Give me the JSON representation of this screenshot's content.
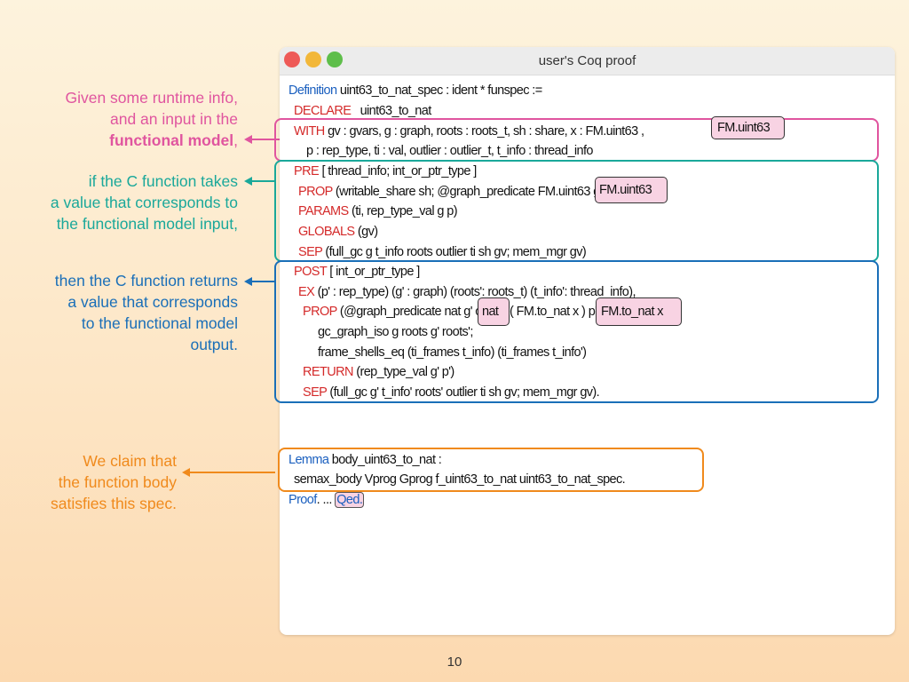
{
  "window": {
    "title": "user's Coq proof"
  },
  "annotations": {
    "given_1": "Given some runtime info,",
    "given_2": "and an input in the",
    "given_3_bold": "functional model",
    "given_3_tail": ",",
    "pre_1": "if the C function takes",
    "pre_2": "a value that corresponds to",
    "pre_3": "the functional model input,",
    "post_1": "then the C function returns",
    "post_2": "a value that corresponds",
    "post_3": "to the functional model",
    "post_4": "output.",
    "lemma_1": "We claim that",
    "lemma_2": "the function body",
    "lemma_3": "satisfies this spec."
  },
  "code": {
    "l1_kw": "Definition",
    "l1_rest": " uint63_to_nat_spec : ident * funspec :=",
    "l2_kw": "DECLARE",
    "l2_rest": "   uint63_to_nat",
    "l3_kw": "WITH",
    "l3_rest": " gv : gvars, g : graph, roots : roots_t, sh : share, x : FM.uint63 ,",
    "l4": "p : rep_type, ti : val, outlier : outlier_t, t_info : thread_info",
    "l5_kw": "PRE",
    "l5_rest": " [ thread_info; int_or_ptr_type ]",
    "l6_kw": "PROP",
    "l6_rest": " (writable_share sh; @graph_predicate FM.uint63 g outlier x p)",
    "l7_kw": "PARAMS",
    "l7_rest": " (ti, rep_type_val g p)",
    "l8_kw": "GLOBALS",
    "l8_rest": " (gv)",
    "l9_kw": "SEP",
    "l9_rest": " (full_gc g t_info roots outlier ti sh gv; mem_mgr gv)",
    "l10_kw": "POST",
    "l10_rest": " [ int_or_ptr_type ]",
    "l11_kw": "EX",
    "l11_rest": " (p' : rep_type) (g' : graph) (roots': roots_t) (t_info': thread_info),",
    "l12_kw": "PROP",
    "l12_rest": " (@graph_predicate nat g' outlier ( FM.to_nat x ) p'",
    "l13": "gc_graph_iso g roots g' roots';",
    "l14": "frame_shells_eq (ti_frames t_info) (ti_frames t_info')",
    "l15_kw": "RETURN",
    "l15_rest": " (rep_type_val g' p')",
    "l16_kw": "SEP",
    "l16_rest": " (full_gc g' t_info' roots' outlier ti sh gv; mem_mgr gv).",
    "l17_kw": "Lemma",
    "l17_rest": " body_uint63_to_nat :",
    "l18": "semax_body Vprog Gprog f_uint63_to_nat uint63_to_nat_spec.",
    "l19_kw": "Proof",
    "l19_rest": ". ... ",
    "l19_qed": "Qed."
  },
  "tags": {
    "fm_uint63": "FM.uint63",
    "pre_overlay": "FM.uint63",
    "post_nat": "nat",
    "fm_to_nat": "FM.to_nat x"
  },
  "colors": {
    "pink": "#e0559f",
    "teal": "#1aa89a",
    "blue": "#1a6fb8",
    "orange": "#f08a1c"
  },
  "page_number": "10"
}
